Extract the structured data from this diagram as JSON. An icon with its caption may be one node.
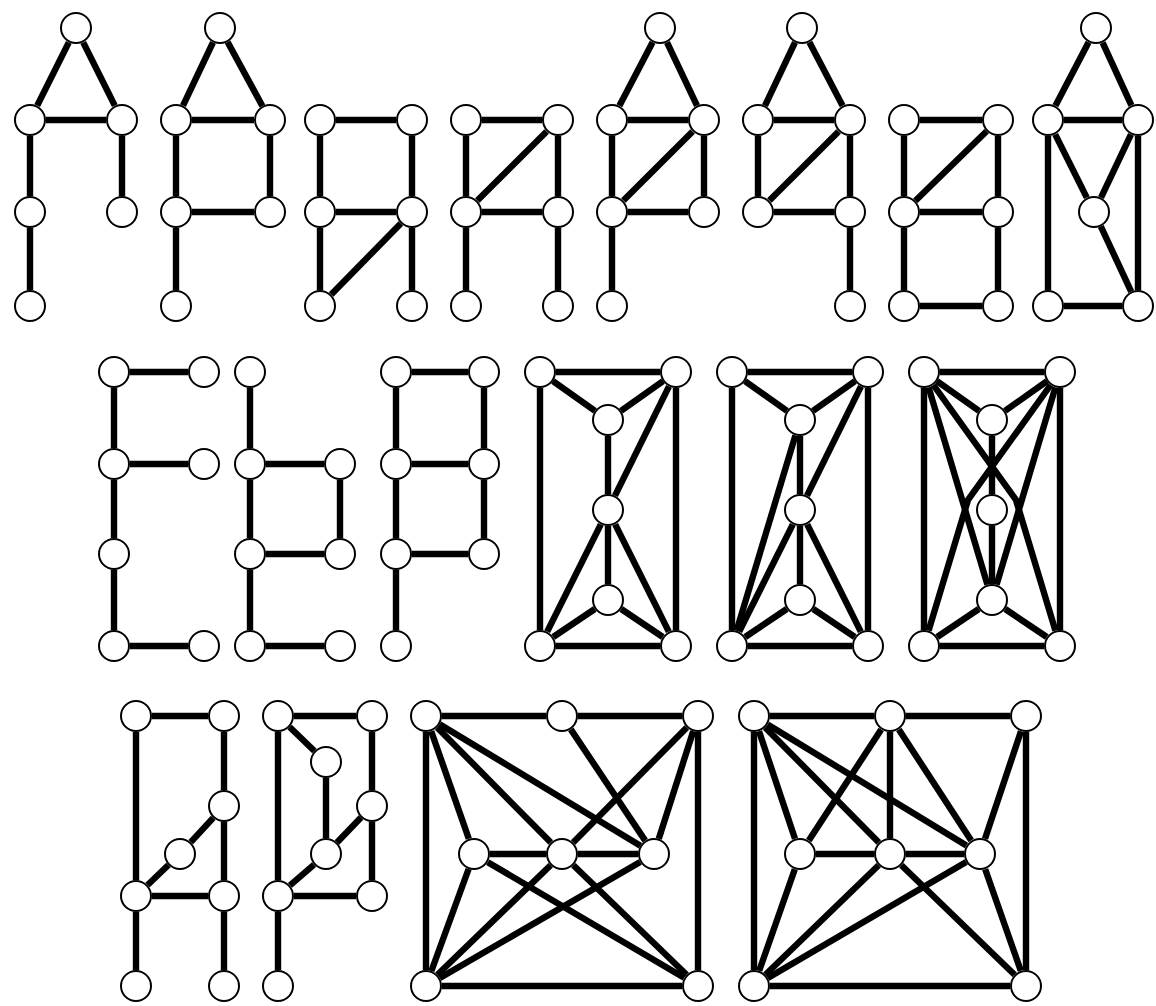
{
  "diagram": {
    "nodes": [
      {
        "text": [],
        "shape": "circle"
      },
      {
        "text": [],
        "shape": "circle"
      },
      {
        "text": [],
        "shape": "circle"
      },
      {
        "text": [],
        "shape": "circle"
      },
      {
        "text": [],
        "shape": "circle"
      },
      {
        "text": [],
        "shape": "circle"
      },
      {
        "text": [],
        "shape": "circle"
      },
      {
        "text": [],
        "shape": "circle"
      },
      {
        "text": [],
        "shape": "circle"
      },
      {
        "text": [],
        "shape": "circle"
      },
      {
        "text": [],
        "shape": "circle"
      },
      {
        "text": [],
        "shape": "circle"
      },
      {
        "text": [],
        "shape": "circle"
      },
      {
        "text": [],
        "shape": "circle"
      },
      {
        "text": [],
        "shape": "circle"
      },
      {
        "text": [],
        "shape": "circle"
      },
      {
        "text": [],
        "shape": "circle"
      },
      {
        "text": [],
        "shape": "circle"
      },
      {
        "text": [],
        "shape": "circle"
      },
      {
        "text": [],
        "shape": "circle"
      },
      {
        "text": [],
        "shape": "circle"
      },
      {
        "text": [],
        "shape": "circle"
      },
      {
        "text": [],
        "shape": "circle"
      },
      {
        "text": [],
        "shape": "circle"
      },
      {
        "text": [],
        "shape": "circle"
      },
      {
        "text": [],
        "shape": "circle"
      },
      {
        "text": [],
        "shape": "circle"
      },
      {
        "text": [],
        "shape": "circle"
      },
      {
        "text": [],
        "shape": "circle"
      },
      {
        "text": [],
        "shape": "circle"
      },
      {
        "text": [],
        "shape": "circle"
      },
      {
        "text": [],
        "shape": "circle"
      },
      {
        "text": [],
        "shape": "circle"
      },
      {
        "text": [],
        "shape": "circle"
      },
      {
        "text": [],
        "shape": "circle"
      },
      {
        "text": [],
        "shape": "circle"
      },
      {
        "text": [],
        "shape": "circle"
      },
      {
        "text": [],
        "shape": "circle"
      },
      {
        "text": [],
        "shape": "circle"
      },
      {
        "text": [],
        "shape": "circle"
      },
      {
        "text": [],
        "shape": "circle"
      },
      {
        "text": [],
        "shape": "circle"
      },
      {
        "text": [],
        "shape": "circle"
      },
      {
        "text": [],
        "shape": "circle"
      },
      {
        "text": [],
        "shape": "circle"
      },
      {
        "text": [],
        "shape": "circle"
      },
      {
        "text": [],
        "shape": "circle"
      },
      {
        "text": [],
        "shape": "circle"
      },
      {
        "text": [],
        "shape": "circle"
      },
      {
        "text": [],
        "shape": "circle"
      },
      {
        "text": [],
        "shape": "circle"
      },
      {
        "text": [],
        "shape": "circle"
      },
      {
        "text": [],
        "shape": "circle"
      },
      {
        "text": [],
        "shape": "circle"
      },
      {
        "text": [],
        "shape": "circle"
      },
      {
        "text": [],
        "shape": "circle"
      },
      {
        "text": [],
        "shape": "circle"
      },
      {
        "text": [],
        "shape": "circle"
      },
      {
        "text": [],
        "shape": "circle"
      },
      {
        "text": [],
        "shape": "circle"
      },
      {
        "text": [],
        "shape": "circle"
      },
      {
        "text": [],
        "shape": "circle"
      },
      {
        "text": [],
        "shape": "circle"
      },
      {
        "text": [],
        "shape": "circle"
      },
      {
        "text": [],
        "shape": "circle"
      },
      {
        "text": [],
        "shape": "circle"
      },
      {
        "text": [],
        "shape": "circle"
      },
      {
        "text": [],
        "shape": "circle"
      },
      {
        "text": [],
        "shape": "circle"
      },
      {
        "text": [],
        "shape": "circle"
      },
      {
        "text": [],
        "shape": "circle"
      },
      {
        "text": [],
        "shape": "circle"
      },
      {
        "text": [],
        "shape": "circle"
      },
      {
        "text": [],
        "shape": "circle"
      },
      {
        "text": [],
        "shape": "circle"
      },
      {
        "text": [],
        "shape": "circle"
      },
      {
        "text": [],
        "shape": "circle"
      },
      {
        "text": [],
        "shape": "circle"
      },
      {
        "text": [],
        "shape": "circle"
      },
      {
        "text": [],
        "shape": "circle"
      },
      {
        "text": [],
        "shape": "circle"
      },
      {
        "text": [],
        "shape": "circle"
      },
      {
        "text": [],
        "shape": "circle"
      },
      {
        "text": [],
        "shape": "circle"
      },
      {
        "text": [],
        "shape": "circle"
      },
      {
        "text": [],
        "shape": "circle"
      },
      {
        "text": [],
        "shape": "circle"
      },
      {
        "text": [],
        "shape": "circle"
      },
      {
        "text": [],
        "shape": "circle"
      },
      {
        "text": [],
        "shape": "circle"
      },
      {
        "text": [],
        "shape": "circle"
      },
      {
        "text": [],
        "shape": "circle"
      },
      {
        "text": [],
        "shape": "circle"
      },
      {
        "text": [],
        "shape": "circle"
      },
      {
        "text": [],
        "shape": "circle"
      },
      {
        "text": [],
        "shape": "circle"
      },
      {
        "text": [],
        "shape": "circle"
      },
      {
        "text": [],
        "shape": "circle"
      },
      {
        "text": [],
        "shape": "circle"
      },
      {
        "text": [],
        "shape": "circle"
      },
      {
        "text": [],
        "shape": "circle"
      },
      {
        "text": [],
        "shape": "circle"
      },
      {
        "text": [],
        "shape": "circle"
      },
      {
        "text": [],
        "shape": "circle"
      },
      {
        "text": [],
        "shape": "circle"
      },
      {
        "text": [],
        "shape": "circle"
      },
      {
        "text": [],
        "shape": "circle"
      },
      {
        "text": [],
        "shape": "circle"
      },
      {
        "text": [],
        "shape": "circle"
      },
      {
        "text": [],
        "shape": "circle"
      },
      {
        "text": [],
        "shape": "circle"
      },
      {
        "text": [],
        "shape": "circle"
      },
      {
        "text": [],
        "shape": "circle"
      },
      {
        "text": [],
        "shape": "circle"
      },
      {
        "text": [],
        "shape": "circle"
      },
      {
        "text": [],
        "shape": "circle"
      },
      {
        "text": [],
        "shape": "circle"
      },
      {
        "text": [],
        "shape": "circle"
      },
      {
        "text": [],
        "shape": "circle"
      },
      {
        "text": [],
        "shape": "circle"
      },
      {
        "text": [],
        "shape": "circle"
      },
      {
        "text": [],
        "shape": "circle"
      }
    ],
    "edges": [
      {
        "from": 0,
        "to": 1,
        "arrow": "none"
      },
      {
        "from": 0,
        "to": 2,
        "arrow": "none"
      },
      {
        "from": 1,
        "to": 2,
        "arrow": "none"
      },
      {
        "from": 1,
        "to": 3,
        "arrow": "none"
      },
      {
        "from": 2,
        "to": 4,
        "arrow": "none"
      },
      {
        "from": 3,
        "to": 5,
        "arrow": "none"
      },
      {
        "from": 6,
        "to": 7,
        "arrow": "none"
      },
      {
        "from": 6,
        "to": 8,
        "arrow": "none"
      },
      {
        "from": 7,
        "to": 8,
        "arrow": "none"
      },
      {
        "from": 7,
        "to": 9,
        "arrow": "none"
      },
      {
        "from": 8,
        "to": 10,
        "arrow": "none"
      },
      {
        "from": 9,
        "to": 10,
        "arrow": "none"
      },
      {
        "from": 9,
        "to": 11,
        "arrow": "none"
      },
      {
        "from": 12,
        "to": 13,
        "arrow": "none"
      },
      {
        "from": 12,
        "to": 14,
        "arrow": "none"
      },
      {
        "from": 13,
        "to": 15,
        "arrow": "none"
      },
      {
        "from": 14,
        "to": 15,
        "arrow": "none"
      },
      {
        "from": 14,
        "to": 16,
        "arrow": "none"
      },
      {
        "from": 15,
        "to": 16,
        "arrow": "none"
      },
      {
        "from": 15,
        "to": 17,
        "arrow": "none"
      },
      {
        "from": 18,
        "to": 19,
        "arrow": "none"
      },
      {
        "from": 19,
        "to": 20,
        "arrow": "none"
      },
      {
        "from": 18,
        "to": 20,
        "arrow": "none"
      },
      {
        "from": 19,
        "to": 21,
        "arrow": "none"
      },
      {
        "from": 20,
        "to": 21,
        "arrow": "none"
      },
      {
        "from": 20,
        "to": 22,
        "arrow": "none"
      },
      {
        "from": 21,
        "to": 23,
        "arrow": "none"
      },
      {
        "from": 24,
        "to": 25,
        "arrow": "none"
      },
      {
        "from": 24,
        "to": 26,
        "arrow": "none"
      },
      {
        "from": 25,
        "to": 26,
        "arrow": "none"
      },
      {
        "from": 26,
        "to": 27,
        "arrow": "none"
      },
      {
        "from": 25,
        "to": 27,
        "arrow": "none"
      },
      {
        "from": 26,
        "to": 28,
        "arrow": "none"
      },
      {
        "from": 27,
        "to": 28,
        "arrow": "none"
      },
      {
        "from": 27,
        "to": 29,
        "arrow": "none"
      },
      {
        "from": 30,
        "to": 31,
        "arrow": "none"
      },
      {
        "from": 30,
        "to": 32,
        "arrow": "none"
      },
      {
        "from": 31,
        "to": 32,
        "arrow": "none"
      },
      {
        "from": 32,
        "to": 33,
        "arrow": "none"
      },
      {
        "from": 31,
        "to": 33,
        "arrow": "none"
      },
      {
        "from": 32,
        "to": 34,
        "arrow": "none"
      },
      {
        "from": 33,
        "to": 34,
        "arrow": "none"
      },
      {
        "from": 34,
        "to": 35,
        "arrow": "none"
      },
      {
        "from": 36,
        "to": 37,
        "arrow": "none"
      },
      {
        "from": 37,
        "to": 38,
        "arrow": "none"
      },
      {
        "from": 36,
        "to": 38,
        "arrow": "none"
      },
      {
        "from": 37,
        "to": 39,
        "arrow": "none"
      },
      {
        "from": 38,
        "to": 39,
        "arrow": "none"
      },
      {
        "from": 38,
        "to": 40,
        "arrow": "none"
      },
      {
        "from": 39,
        "to": 41,
        "arrow": "none"
      },
      {
        "from": 40,
        "to": 41,
        "arrow": "none"
      },
      {
        "from": 42,
        "to": 43,
        "arrow": "none"
      },
      {
        "from": 42,
        "to": 44,
        "arrow": "none"
      },
      {
        "from": 43,
        "to": 44,
        "arrow": "none"
      },
      {
        "from": 43,
        "to": 45,
        "arrow": "none"
      },
      {
        "from": 44,
        "to": 45,
        "arrow": "none"
      },
      {
        "from": 43,
        "to": 46,
        "arrow": "none"
      },
      {
        "from": 44,
        "to": 47,
        "arrow": "none"
      },
      {
        "from": 45,
        "to": 47,
        "arrow": "none"
      },
      {
        "from": 46,
        "to": 47,
        "arrow": "none"
      },
      {
        "from": 48,
        "to": 49,
        "arrow": "none"
      },
      {
        "from": 48,
        "to": 50,
        "arrow": "none"
      },
      {
        "from": 50,
        "to": 51,
        "arrow": "none"
      },
      {
        "from": 50,
        "to": 52,
        "arrow": "none"
      },
      {
        "from": 52,
        "to": 53,
        "arrow": "none"
      },
      {
        "from": 53,
        "to": 54,
        "arrow": "none"
      },
      {
        "from": 55,
        "to": 56,
        "arrow": "none"
      },
      {
        "from": 56,
        "to": 57,
        "arrow": "none"
      },
      {
        "from": 56,
        "to": 58,
        "arrow": "none"
      },
      {
        "from": 57,
        "to": 59,
        "arrow": "none"
      },
      {
        "from": 58,
        "to": 59,
        "arrow": "none"
      },
      {
        "from": 58,
        "to": 60,
        "arrow": "none"
      },
      {
        "from": 60,
        "to": 61,
        "arrow": "none"
      },
      {
        "from": 62,
        "to": 63,
        "arrow": "none"
      },
      {
        "from": 62,
        "to": 64,
        "arrow": "none"
      },
      {
        "from": 63,
        "to": 65,
        "arrow": "none"
      },
      {
        "from": 64,
        "to": 65,
        "arrow": "none"
      },
      {
        "from": 64,
        "to": 66,
        "arrow": "none"
      },
      {
        "from": 65,
        "to": 67,
        "arrow": "none"
      },
      {
        "from": 66,
        "to": 67,
        "arrow": "none"
      },
      {
        "from": 66,
        "to": 68,
        "arrow": "none"
      },
      {
        "from": 69,
        "to": 70,
        "arrow": "none"
      },
      {
        "from": 69,
        "to": 71,
        "arrow": "none"
      },
      {
        "from": 70,
        "to": 71,
        "arrow": "none"
      },
      {
        "from": 70,
        "to": 72,
        "arrow": "none"
      },
      {
        "from": 71,
        "to": 72,
        "arrow": "none"
      },
      {
        "from": 69,
        "to": 74,
        "arrow": "none"
      },
      {
        "from": 70,
        "to": 75,
        "arrow": "none"
      },
      {
        "from": 72,
        "to": 74,
        "arrow": "none"
      },
      {
        "from": 72,
        "to": 75,
        "arrow": "none"
      },
      {
        "from": 72,
        "to": 73,
        "arrow": "none"
      },
      {
        "from": 73,
        "to": 74,
        "arrow": "none"
      },
      {
        "from": 73,
        "to": 75,
        "arrow": "none"
      },
      {
        "from": 74,
        "to": 75,
        "arrow": "none"
      },
      {
        "from": 76,
        "to": 77,
        "arrow": "none"
      },
      {
        "from": 76,
        "to": 78,
        "arrow": "none"
      },
      {
        "from": 77,
        "to": 78,
        "arrow": "none"
      },
      {
        "from": 77,
        "to": 79,
        "arrow": "none"
      },
      {
        "from": 78,
        "to": 81,
        "arrow": "none"
      },
      {
        "from": 78,
        "to": 79,
        "arrow": "none"
      },
      {
        "from": 76,
        "to": 81,
        "arrow": "none"
      },
      {
        "from": 77,
        "to": 82,
        "arrow": "none"
      },
      {
        "from": 79,
        "to": 81,
        "arrow": "none"
      },
      {
        "from": 79,
        "to": 82,
        "arrow": "none"
      },
      {
        "from": 79,
        "to": 80,
        "arrow": "none"
      },
      {
        "from": 80,
        "to": 81,
        "arrow": "none"
      },
      {
        "from": 80,
        "to": 82,
        "arrow": "none"
      },
      {
        "from": 81,
        "to": 82,
        "arrow": "none"
      },
      {
        "from": 83,
        "to": 84,
        "arrow": "none"
      },
      {
        "from": 83,
        "to": 85,
        "arrow": "none"
      },
      {
        "from": 84,
        "to": 85,
        "arrow": "none"
      },
      {
        "from": 85,
        "to": 86,
        "arrow": "none"
      },
      {
        "from": 86,
        "to": 87,
        "arrow": "none"
      },
      {
        "from": 83,
        "to": 88,
        "arrow": "none"
      },
      {
        "from": 84,
        "to": 89,
        "arrow": "none"
      },
      {
        "from": 83,
        "to": 87,
        "arrow": "none"
      },
      {
        "from": 83,
        "to": 89,
        "arrow": "none"
      },
      {
        "from": 84,
        "to": 88,
        "arrow": "none"
      },
      {
        "from": 84,
        "to": 87,
        "arrow": "none"
      },
      {
        "from": 87,
        "to": 88,
        "arrow": "none"
      },
      {
        "from": 87,
        "to": 89,
        "arrow": "none"
      },
      {
        "from": 88,
        "to": 89,
        "arrow": "none"
      },
      {
        "from": 90,
        "to": 91,
        "arrow": "none"
      },
      {
        "from": 90,
        "to": 94,
        "arrow": "none"
      },
      {
        "from": 91,
        "to": 92,
        "arrow": "none"
      },
      {
        "from": 92,
        "to": 93,
        "arrow": "none"
      },
      {
        "from": 93,
        "to": 94,
        "arrow": "none"
      },
      {
        "from": 92,
        "to": 95,
        "arrow": "none"
      },
      {
        "from": 94,
        "to": 95,
        "arrow": "none"
      },
      {
        "from": 94,
        "to": 96,
        "arrow": "none"
      },
      {
        "from": 95,
        "to": 97,
        "arrow": "none"
      },
      {
        "from": 98,
        "to": 99,
        "arrow": "none"
      },
      {
        "from": 98,
        "to": 100,
        "arrow": "none"
      },
      {
        "from": 100,
        "to": 102,
        "arrow": "none"
      },
      {
        "from": 98,
        "to": 103,
        "arrow": "none"
      },
      {
        "from": 99,
        "to": 101,
        "arrow": "none"
      },
      {
        "from": 101,
        "to": 102,
        "arrow": "none"
      },
      {
        "from": 102,
        "to": 103,
        "arrow": "none"
      },
      {
        "from": 101,
        "to": 104,
        "arrow": "none"
      },
      {
        "from": 103,
        "to": 104,
        "arrow": "none"
      },
      {
        "from": 103,
        "to": 105,
        "arrow": "none"
      },
      {
        "from": 106,
        "to": 107,
        "arrow": "none"
      },
      {
        "from": 107,
        "to": 108,
        "arrow": "none"
      },
      {
        "from": 106,
        "to": 109,
        "arrow": "none"
      },
      {
        "from": 106,
        "to": 110,
        "arrow": "none"
      },
      {
        "from": 106,
        "to": 111,
        "arrow": "none"
      },
      {
        "from": 107,
        "to": 111,
        "arrow": "none"
      },
      {
        "from": 108,
        "to": 110,
        "arrow": "none"
      },
      {
        "from": 108,
        "to": 111,
        "arrow": "none"
      },
      {
        "from": 106,
        "to": 112,
        "arrow": "none"
      },
      {
        "from": 108,
        "to": 113,
        "arrow": "none"
      },
      {
        "from": 109,
        "to": 110,
        "arrow": "none"
      },
      {
        "from": 110,
        "to": 111,
        "arrow": "none"
      },
      {
        "from": 109,
        "to": 112,
        "arrow": "none"
      },
      {
        "from": 109,
        "to": 113,
        "arrow": "none"
      },
      {
        "from": 110,
        "to": 112,
        "arrow": "none"
      },
      {
        "from": 110,
        "to": 113,
        "arrow": "none"
      },
      {
        "from": 111,
        "to": 112,
        "arrow": "none"
      },
      {
        "from": 112,
        "to": 113,
        "arrow": "none"
      },
      {
        "from": 114,
        "to": 115,
        "arrow": "none"
      },
      {
        "from": 115,
        "to": 116,
        "arrow": "none"
      },
      {
        "from": 114,
        "to": 117,
        "arrow": "none"
      },
      {
        "from": 114,
        "to": 118,
        "arrow": "none"
      },
      {
        "from": 114,
        "to": 119,
        "arrow": "none"
      },
      {
        "from": 115,
        "to": 117,
        "arrow": "none"
      },
      {
        "from": 115,
        "to": 118,
        "arrow": "none"
      },
      {
        "from": 115,
        "to": 119,
        "arrow": "none"
      },
      {
        "from": 116,
        "to": 119,
        "arrow": "none"
      },
      {
        "from": 114,
        "to": 120,
        "arrow": "none"
      },
      {
        "from": 116,
        "to": 121,
        "arrow": "none"
      },
      {
        "from": 117,
        "to": 118,
        "arrow": "none"
      },
      {
        "from": 118,
        "to": 119,
        "arrow": "none"
      },
      {
        "from": 117,
        "to": 120,
        "arrow": "none"
      },
      {
        "from": 118,
        "to": 120,
        "arrow": "none"
      },
      {
        "from": 119,
        "to": 120,
        "arrow": "none"
      },
      {
        "from": 118,
        "to": 121,
        "arrow": "none"
      },
      {
        "from": 119,
        "to": 121,
        "arrow": "none"
      },
      {
        "from": 120,
        "to": 121,
        "arrow": "none"
      }
    ]
  }
}
